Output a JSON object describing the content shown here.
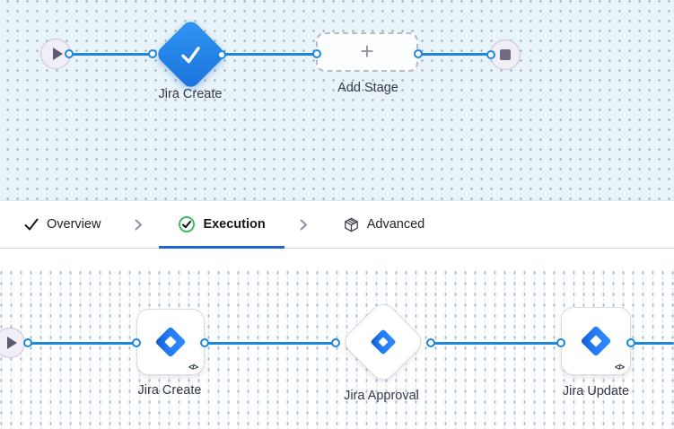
{
  "top_canvas": {
    "stage": {
      "label": "Jira Create"
    },
    "add_stage": {
      "label": "Add Stage"
    }
  },
  "tab_bar": {
    "tabs": [
      {
        "label": "Overview",
        "state": "completed"
      },
      {
        "label": "Execution",
        "state": "active"
      },
      {
        "label": "Advanced",
        "state": "default"
      }
    ]
  },
  "bottom_canvas": {
    "steps": [
      {
        "label": "Jira Create",
        "type": "step"
      },
      {
        "label": "Jira Approval",
        "type": "approval"
      },
      {
        "label": "Jira Update",
        "type": "step"
      }
    ]
  },
  "icons": {
    "plus": "+",
    "code": "</>"
  },
  "colors": {
    "connector_line": "#1d87dc",
    "active_tab_underline": "#2064d1",
    "stage_diamond_blue": "#2684ff",
    "execution_check_green": "#34c05e"
  }
}
